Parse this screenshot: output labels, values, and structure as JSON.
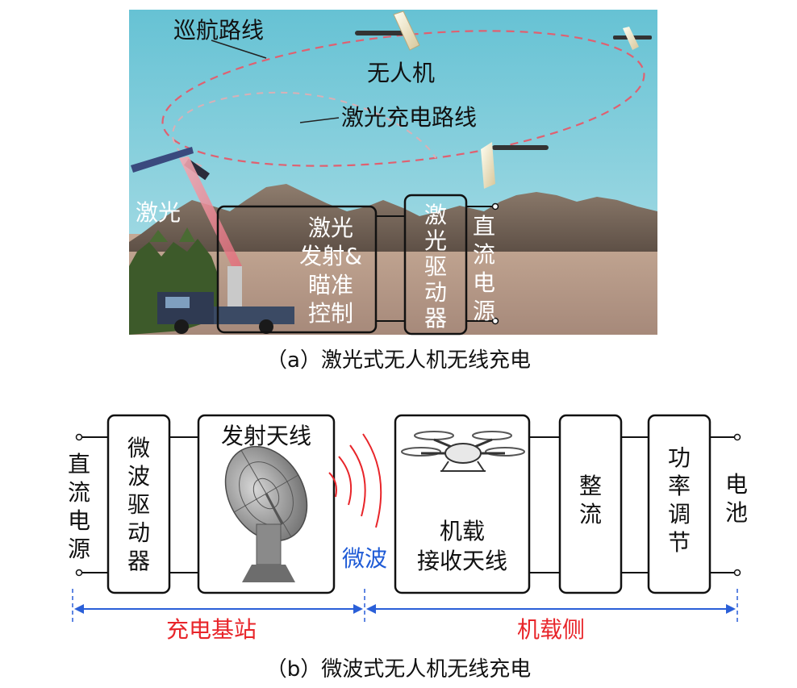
{
  "panel_a": {
    "cruise_route_label": "巡航路线",
    "uav_label": "无人机",
    "laser_charge_route_label": "激光充电路线",
    "laser_label": "激光",
    "box_emitter_lines": [
      "激光",
      "发射&",
      "瞄准",
      "控制"
    ],
    "box_driver_lines": [
      "激",
      "光",
      "驱",
      "动",
      "器"
    ],
    "dc_source_lines": [
      "直",
      "流",
      "电",
      "源"
    ],
    "caption": "（a）激光式无人机无线充电"
  },
  "panel_b": {
    "dc_source_lines": [
      "直",
      "流",
      "电",
      "源"
    ],
    "microwave_driver_lines": [
      "微",
      "波",
      "驱",
      "动",
      "器"
    ],
    "tx_antenna_label": "发射天线",
    "microwave_label": "微波",
    "rx_antenna_lines": [
      "机载",
      "接收天线"
    ],
    "rectifier_lines": [
      "整",
      "流"
    ],
    "power_reg_lines": [
      "功",
      "率",
      "调",
      "节"
    ],
    "battery_lines": [
      "电",
      "池"
    ],
    "base_station_label": "充电基站",
    "onboard_side_label": "机载侧",
    "caption": "（b）微波式无人机无线充电"
  },
  "colors": {
    "sky_top": "#6fc6d6",
    "sky_bottom": "#a9dde6",
    "ground": "#b79a86",
    "route_dash": "#e06070",
    "microwave_red": "#e8252a",
    "microwave_blue": "#1f5bd6",
    "base_station_red": "#e8252a",
    "onboard_red": "#e8252a",
    "arrow_blue": "#2a5fd8"
  }
}
